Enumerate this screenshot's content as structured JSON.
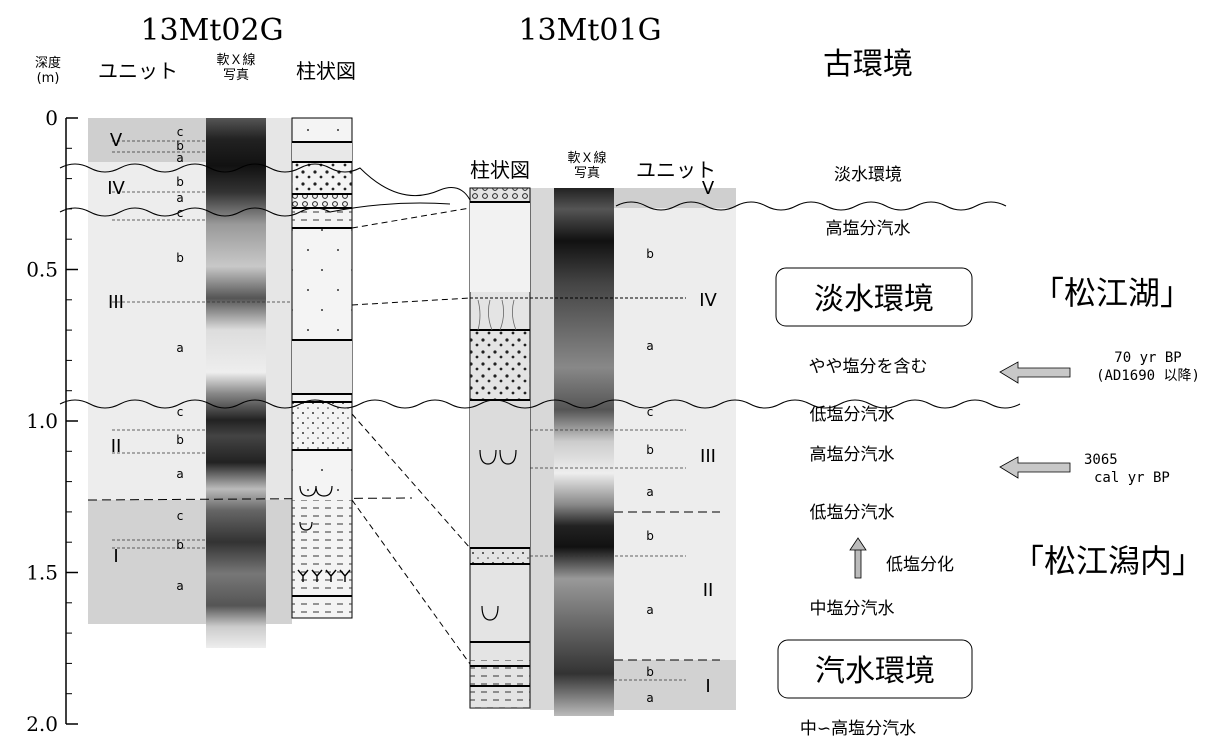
{
  "core_left": {
    "name": "13Mt02G",
    "headers": {
      "depth": "深度",
      "depth_unit": "(m)",
      "unit": "ユニット",
      "xray_line1": "軟Ｘ線",
      "xray_line2": "写真",
      "column": "柱状図"
    },
    "units": [
      "V",
      "IV",
      "III",
      "II",
      "I"
    ],
    "subunits": [
      "c",
      "b",
      "a",
      "b",
      "a",
      "c",
      "b",
      "a",
      "c",
      "b",
      "a",
      "c",
      "b",
      "a"
    ]
  },
  "core_right": {
    "name": "13Mt01G",
    "headers": {
      "column": "柱状図",
      "xray_line1": "軟Ｘ線",
      "xray_line2": "写真",
      "unit": "ユニット"
    },
    "units": [
      "V",
      "IV",
      "III",
      "II",
      "I"
    ],
    "subunits": [
      "b",
      "a",
      "c",
      "b",
      "a",
      "b",
      "a",
      "b",
      "a"
    ]
  },
  "depth_axis": {
    "ticks": [
      "0",
      "0.5",
      "1.0",
      "1.5",
      "2.0"
    ],
    "values": [
      0,
      0.5,
      1.0,
      1.5,
      2.0
    ],
    "max": 2.0
  },
  "paleo": {
    "title": "古環境",
    "labels": [
      "淡水環境",
      "高塩分汽水",
      "やや塩分を含む",
      "低塩分汽水",
      "高塩分汽水",
      "低塩分汽水",
      "低塩分化",
      "中塩分汽水",
      "中∽高塩分汽水"
    ],
    "boxed": [
      "淡水環境",
      "汽水環境"
    ],
    "bracketed": [
      "「松江湖」",
      "「松江潟内」"
    ]
  },
  "dates": [
    {
      "line1": "70 yr BP",
      "line2": "(AD1690 以降)"
    },
    {
      "line1": "3065",
      "line2": "cal yr BP"
    }
  ]
}
